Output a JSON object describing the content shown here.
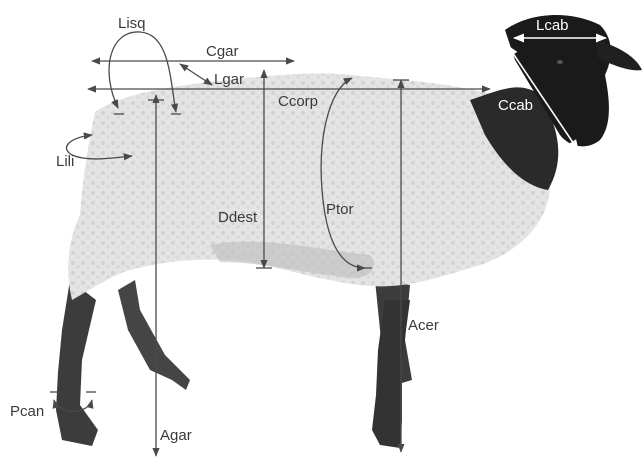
{
  "labels": {
    "lisq": "Lisq",
    "cgar": "Cgar",
    "lgar": "Lgar",
    "ccorp": "Ccorp",
    "lcab": "Lcab",
    "ccab": "Ccab",
    "lili": "Lili",
    "ddest": "Ddest",
    "ptor": "Ptor",
    "acer": "Acer",
    "pcan": "Pcan",
    "agar": "Agar"
  },
  "colors": {
    "wool": "#e6e6e6",
    "wool_shadow": "#bdbdbd",
    "head": "#1a1a1a",
    "legs": "#3c3c3c",
    "annotation": "#4a4a4a",
    "background": "#ffffff"
  }
}
